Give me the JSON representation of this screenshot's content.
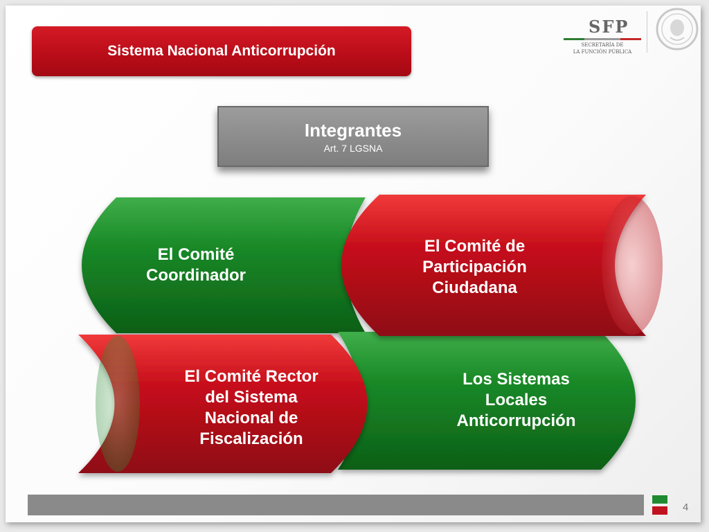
{
  "header": {
    "title": "Sistema Nacional Anticorrupción"
  },
  "logo": {
    "acronym": "SFP",
    "line1": "SECRETARÍA DE",
    "line2": "LA FUNCIÓN PÚBLICA"
  },
  "integrantes": {
    "title": "Integrantes",
    "subtitle": "Art. 7 LGSNA"
  },
  "members": [
    {
      "text": "El Comité\nCoordinador",
      "color": "green"
    },
    {
      "text": "El Comité de\nParticipación\nCiudadana",
      "color": "red"
    },
    {
      "text": "El Comité Rector\ndel Sistema\nNacional de\nFiscalización",
      "color": "red"
    },
    {
      "text": "Los Sistemas\nLocales\nAnticorrupción",
      "color": "green"
    }
  ],
  "footer": {
    "page_number": "4"
  },
  "colors": {
    "red": "#c1121f",
    "green": "#1f8a2f",
    "gray": "#8a8a8a"
  }
}
